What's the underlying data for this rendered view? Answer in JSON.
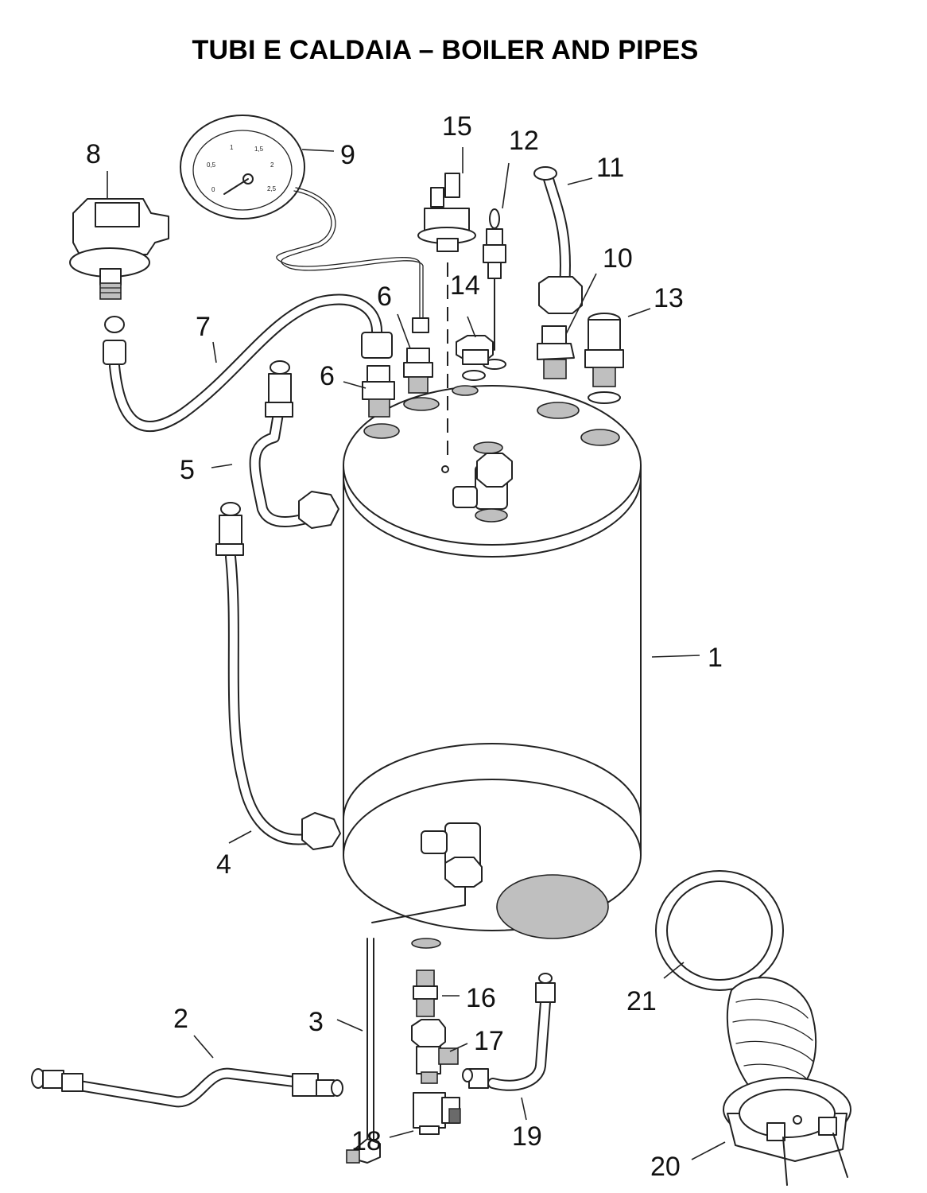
{
  "title": "TUBI E CALDAIA – BOILER AND PIPES",
  "gauge": {
    "scale": [
      "0",
      "0,5",
      "1",
      "1,5",
      "2",
      "2,5"
    ]
  },
  "labels": {
    "p1": "1",
    "p2": "2",
    "p3": "3",
    "p4": "4",
    "p5": "5",
    "p6a": "6",
    "p6b": "6",
    "p7": "7",
    "p8": "8",
    "p9": "9",
    "p10": "10",
    "p11": "11",
    "p12": "12",
    "p13": "13",
    "p14": "14",
    "p15": "15",
    "p16": "16",
    "p17": "17",
    "p18": "18",
    "p19": "19",
    "p20": "20",
    "p21": "21"
  }
}
